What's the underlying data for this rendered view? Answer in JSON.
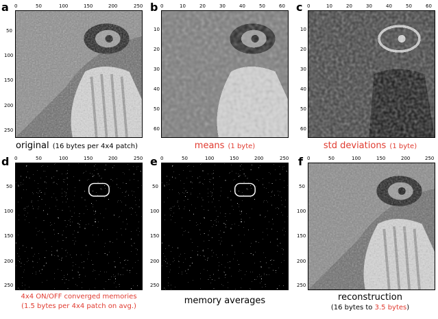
{
  "panels": [
    {
      "label": "a",
      "xticks": [
        "0",
        "50",
        "100",
        "150",
        "200",
        "250"
      ],
      "yticks": [
        "50",
        "100",
        "150",
        "200",
        "250"
      ],
      "caption_main": "original",
      "caption_detail": "(16 bytes per 4x4 patch)"
    },
    {
      "label": "b",
      "xticks": [
        "0",
        "10",
        "20",
        "30",
        "40",
        "50",
        "60"
      ],
      "yticks": [
        "10",
        "20",
        "30",
        "40",
        "50",
        "60"
      ],
      "caption_main": "means",
      "caption_detail": "(1 byte)"
    },
    {
      "label": "c",
      "xticks": [
        "0",
        "10",
        "20",
        "30",
        "40",
        "50",
        "60"
      ],
      "yticks": [
        "10",
        "20",
        "30",
        "40",
        "50",
        "60"
      ],
      "caption_main": "std deviations",
      "caption_detail": "(1 byte)"
    },
    {
      "label": "d",
      "xticks": [
        "0",
        "50",
        "100",
        "150",
        "200",
        "250"
      ],
      "yticks": [
        "50",
        "100",
        "150",
        "200",
        "250"
      ],
      "caption_line1": "4x4 ON/OFF converged memories",
      "caption_line2": "(1.5 bytes per 4x4 patch on avg.)"
    },
    {
      "label": "e",
      "xticks": [
        "0",
        "50",
        "100",
        "150",
        "200",
        "250"
      ],
      "yticks": [
        "50",
        "100",
        "150",
        "200",
        "250"
      ],
      "caption_main": "memory averages"
    },
    {
      "label": "f",
      "xticks": [
        "0",
        "50",
        "100",
        "150",
        "200",
        "250"
      ],
      "yticks": [
        "50",
        "100",
        "150",
        "200",
        "250"
      ],
      "caption_main": "reconstruction",
      "caption_detail_pre": "(16 bytes to",
      "caption_detail_red": "3.5 bytes",
      "caption_detail_post": ")"
    }
  ],
  "colors": {
    "caption_red": "#e03a2f"
  }
}
